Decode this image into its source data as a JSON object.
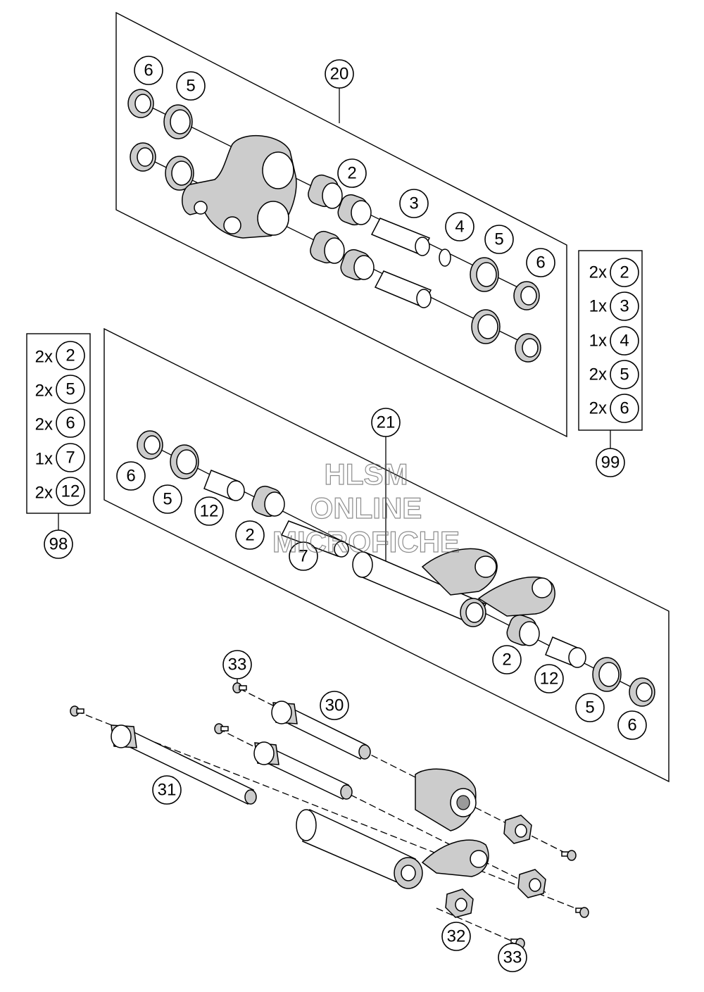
{
  "callouts": {
    "p20": "20",
    "p21": "21",
    "top_6a": "6",
    "top_5a": "5",
    "top_2": "2",
    "top_3": "3",
    "top_4": "4",
    "top_5b": "5",
    "top_6b": "6",
    "mid_6": "6",
    "mid_5": "5",
    "mid_12": "12",
    "mid_2": "2",
    "mid_7": "7",
    "mid_2b": "2",
    "mid_12b": "12",
    "mid_5b": "5",
    "mid_6b": "6",
    "bot_33a": "33",
    "bot_30": "30",
    "bot_31": "31",
    "bot_32": "32",
    "bot_33b": "33"
  },
  "kit99": {
    "label": "99",
    "rows": [
      {
        "qty": "2x",
        "part": "2"
      },
      {
        "qty": "1x",
        "part": "3"
      },
      {
        "qty": "1x",
        "part": "4"
      },
      {
        "qty": "2x",
        "part": "5"
      },
      {
        "qty": "2x",
        "part": "6"
      }
    ]
  },
  "kit98": {
    "label": "98",
    "rows": [
      {
        "qty": "2x",
        "part": "2"
      },
      {
        "qty": "2x",
        "part": "5"
      },
      {
        "qty": "2x",
        "part": "6"
      },
      {
        "qty": "1x",
        "part": "7"
      },
      {
        "qty": "2x",
        "part": "12"
      }
    ]
  },
  "watermark": {
    "line1": "HLSM",
    "line2": "ONLINE",
    "line3": "MICROFICHE"
  }
}
